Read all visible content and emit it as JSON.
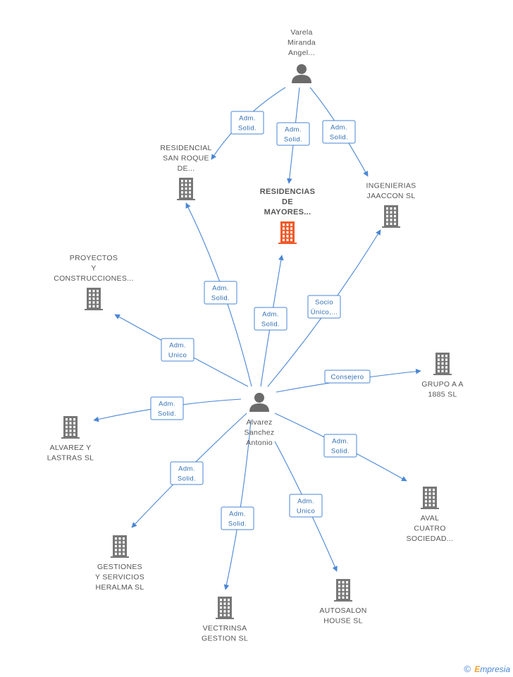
{
  "colors": {
    "edge": "#4a86d4",
    "company": "#777777",
    "company_main": "#f05a28",
    "person": "#6b6b6b"
  },
  "nodes": [
    {
      "id": "varela",
      "type": "person-icon",
      "lines": [
        "Varela",
        "Miranda",
        "Angel..."
      ]
    },
    {
      "id": "alvarez",
      "type": "person-icon",
      "lines": [
        "Alvarez",
        "Sanchez",
        "Antonio"
      ]
    },
    {
      "id": "residencias",
      "type": "building-icon",
      "main": true,
      "lines": [
        "RESIDENCIAS",
        "DE",
        "MAYORES..."
      ]
    },
    {
      "id": "residencial",
      "type": "building-icon",
      "lines": [
        "RESIDENCIAL",
        "SAN ROQUE",
        "DE..."
      ]
    },
    {
      "id": "ingenierias",
      "type": "building-icon",
      "lines": [
        "INGENIERIAS",
        "JAACCON SL"
      ]
    },
    {
      "id": "proyectos",
      "type": "building-icon",
      "lines": [
        "PROYECTOS",
        "Y",
        "CONSTRUCCIONES..."
      ]
    },
    {
      "id": "grupo",
      "type": "building-icon",
      "lines": [
        "GRUPO A A",
        "1885 SL"
      ]
    },
    {
      "id": "lastras",
      "type": "building-icon",
      "lines": [
        "ALVAREZ Y",
        "LASTRAS SL"
      ]
    },
    {
      "id": "aval",
      "type": "building-icon",
      "lines": [
        "AVAL",
        "CUATRO",
        "SOCIEDAD..."
      ]
    },
    {
      "id": "gestiones",
      "type": "building-icon",
      "lines": [
        "GESTIONES",
        "Y SERVICIOS",
        "HERALMA SL"
      ]
    },
    {
      "id": "vectrinsa",
      "type": "building-icon",
      "lines": [
        "VECTRINSA",
        "GESTION SL"
      ]
    },
    {
      "id": "autosalon",
      "type": "building-icon",
      "lines": [
        "AUTOSALON",
        "HOUSE SL"
      ]
    }
  ],
  "edges": [
    {
      "from": "varela",
      "to": "residencial",
      "lines": [
        "Adm.",
        "Solid."
      ]
    },
    {
      "from": "varela",
      "to": "residencias",
      "lines": [
        "Adm.",
        "Solid."
      ]
    },
    {
      "from": "varela",
      "to": "ingenierias",
      "lines": [
        "Adm.",
        "Solid."
      ]
    },
    {
      "from": "alvarez",
      "to": "residencial",
      "lines": [
        "Adm.",
        "Solid."
      ]
    },
    {
      "from": "alvarez",
      "to": "residencias",
      "lines": [
        "Adm.",
        "Solid."
      ]
    },
    {
      "from": "alvarez",
      "to": "ingenierias",
      "lines": [
        "Socio",
        "Único,..."
      ]
    },
    {
      "from": "alvarez",
      "to": "proyectos",
      "lines": [
        "Adm.",
        "Unico"
      ]
    },
    {
      "from": "alvarez",
      "to": "grupo",
      "lines": [
        "Consejero"
      ]
    },
    {
      "from": "alvarez",
      "to": "lastras",
      "lines": [
        "Adm.",
        "Solid."
      ]
    },
    {
      "from": "alvarez",
      "to": "aval",
      "lines": [
        "Adm.",
        "Solid."
      ]
    },
    {
      "from": "alvarez",
      "to": "gestiones",
      "lines": [
        "Adm.",
        "Solid."
      ]
    },
    {
      "from": "alvarez",
      "to": "vectrinsa",
      "lines": [
        "Adm.",
        "Solid."
      ]
    },
    {
      "from": "alvarez",
      "to": "autosalon",
      "lines": [
        "Adm.",
        "Unico"
      ]
    }
  ],
  "footer": {
    "copyright_symbol": "©",
    "brand_initial": "E",
    "brand_rest": "mpresia"
  }
}
